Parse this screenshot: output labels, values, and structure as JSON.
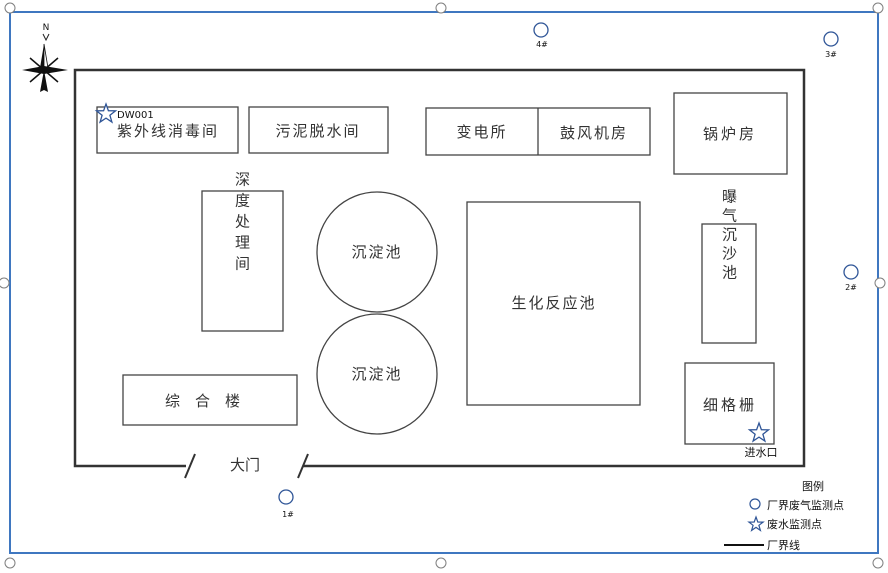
{
  "compass": {
    "north": "N"
  },
  "buildings": {
    "uv": "紫外线消毒间",
    "sludge": "污泥脱水间",
    "substation": "变电所",
    "blower": "鼓风机房",
    "boiler": "锅炉房",
    "deep": "深度处理间",
    "sed1": "沉淀池",
    "sed2": "沉淀池",
    "bio": "生化反应池",
    "grit": "曝气沉沙池",
    "office": "综合楼",
    "screen": "细格栅",
    "gate": "大门"
  },
  "points": {
    "air": [
      "1#",
      "2#",
      "3#",
      "4#"
    ],
    "water": [
      "DW001",
      "进水口"
    ]
  },
  "legend": {
    "title": "图例",
    "air": "厂界废气监测点",
    "water": "废水监测点",
    "boundary": "厂界线"
  },
  "colors": {
    "selection": "#3f77c0",
    "marker": "#2f5597",
    "line": "#333333"
  }
}
